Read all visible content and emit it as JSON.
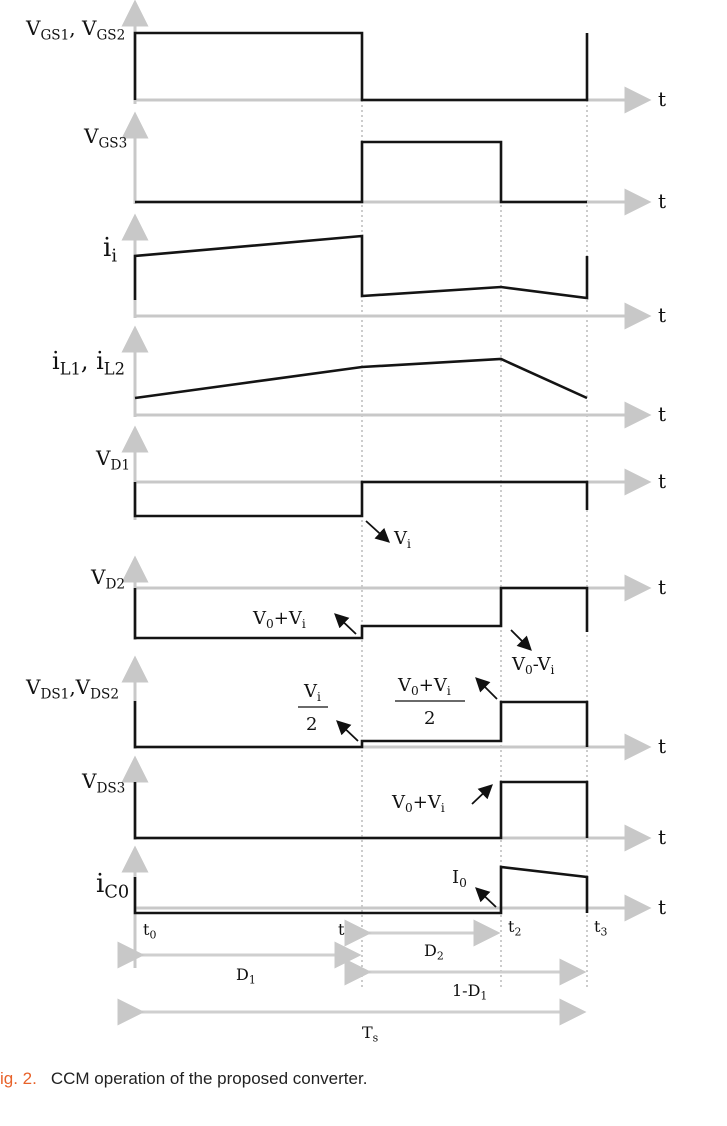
{
  "signals": {
    "vgs12": "V<sub>GS1</sub>, V<sub>GS2</sub>",
    "vgs3": "V<sub>GS3</sub>",
    "ii": "i<sub>i</sub>",
    "il12": "i<sub>L1</sub>, i<sub>L2</sub>",
    "vd1": "V<sub>D1</sub>",
    "vd2": "V<sub>D2</sub>",
    "vds12": "V<sub>DS1</sub>,V<sub>DS2</sub>",
    "vds3": "V<sub>DS3</sub>",
    "ic0": "i<sub>C0</sub>"
  },
  "time_label": "t",
  "time_marks": {
    "t0": "t<sub>0</sub>",
    "t1": "t<sub>1</sub>",
    "t2": "t<sub>2</sub>",
    "t3": "t<sub>3</sub>"
  },
  "annotations": {
    "vi": "V<sub>i</sub>",
    "v0_plus_vi_d2": "V<sub>0</sub>+V<sub>i</sub>",
    "v0_minus_vi": "V<sub>0</sub>-V<sub>i</sub>",
    "vi_num": "V<sub>i</sub>",
    "vi_den": "2",
    "v0vi_num": "V<sub>0</sub>+V<sub>i</sub>",
    "v0vi_den": "2",
    "v0_plus_vi_ds3": "V<sub>0</sub>+V<sub>i</sub>",
    "i0": "I<sub>0</sub>"
  },
  "intervals": {
    "d1": "D<sub>1</sub>",
    "d2": "D<sub>2</sub>",
    "one_minus_d1": "1-D<sub>1</sub>",
    "ts": "T<sub>s</sub>"
  },
  "caption": {
    "fig_label": "ig. 2.",
    "text": "CCM operation of the proposed converter."
  },
  "colors": {
    "waveform": "#141414",
    "axis": "#c8c8c8",
    "caption_label": "#e8622a"
  }
}
